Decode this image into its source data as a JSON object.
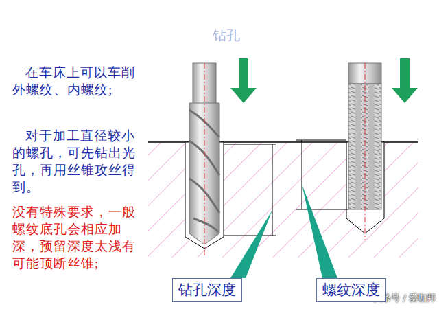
{
  "diagram": {
    "title": "钻孔",
    "nodes": [
      {
        "text": [
          "钻孔深度"
        ]
      },
      {
        "text": [
          "螺纹深度"
        ]
      }
    ],
    "labels": [
      "在车床上可以车削外螺纹、内螺纹;",
      "对于加工直径较小的螺孔，可先钻出光孔，再用丝锥攻丝得到。",
      "没有特殊要求，一般螺纹底孔会相应加深，预留深度太浅有可能顶断丝锥;",
      "头条号 / 爱咖邦"
    ]
  }
}
